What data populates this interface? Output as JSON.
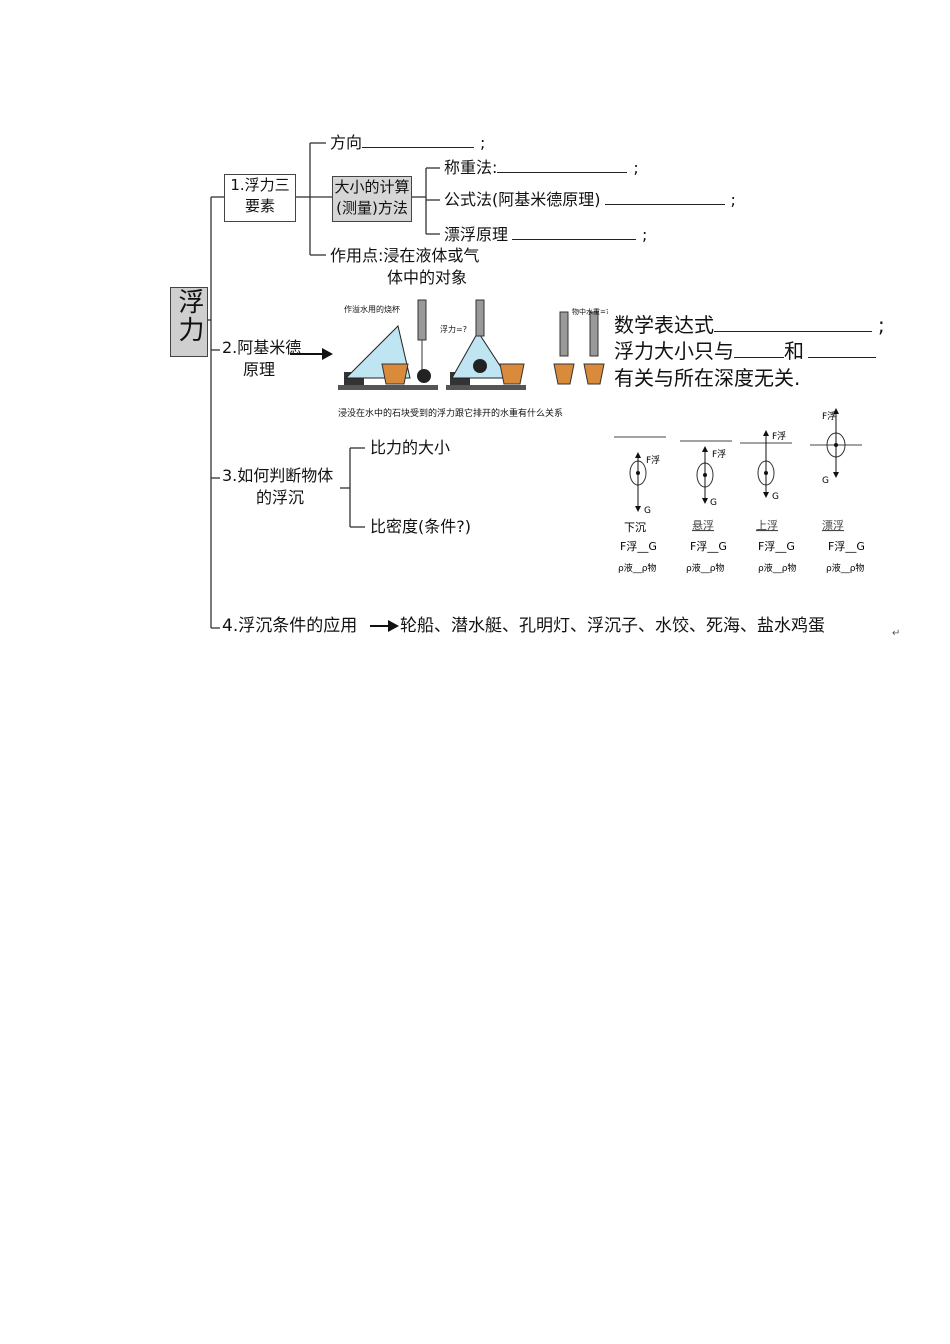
{
  "root": "浮力",
  "branch1": {
    "label_line1": "1.浮力三",
    "label_line2": "要素",
    "direction": "方向",
    "direction_end": ";",
    "size_box_line1": "大小的计算",
    "size_box_line2": "(测量)方法",
    "methods": [
      {
        "label": "称重法:",
        "end": ";"
      },
      {
        "label": "公式法(阿基米德原理)",
        "end": ";"
      },
      {
        "label": "漂浮原理",
        "end": ";"
      }
    ],
    "point_line1": "作用点:浸在液体或气",
    "point_line2": "体中的对象"
  },
  "branch2": {
    "label_line1": "2.阿基米德",
    "label_line2": "原理",
    "image_labels": [
      "作溢水用的烧杯",
      "浮力=?",
      "物中水重=?"
    ],
    "image_caption": "浸没在水中的石块受到的浮力跟它排开的水重有什么关系",
    "expr_label": "数学表达式",
    "expr_end": ";",
    "depends_prefix": "浮力大小只与",
    "depends_and": "和",
    "depends_suffix": "有关与所在深度无关."
  },
  "branch3": {
    "label_line1": "3.如何判断物体",
    "label_line2": "的浮沉",
    "compare_force": "比力的大小",
    "compare_density": "比密度(条件?)",
    "states": [
      {
        "name": "下沉",
        "f": "F浮",
        "g": "G",
        "force_rel": "F浮__G",
        "density_rel": "ρ液__ρ物"
      },
      {
        "name": "悬浮",
        "f": "F浮",
        "g": "G",
        "force_rel": "F浮__G",
        "density_rel": "ρ液__ρ物"
      },
      {
        "name": "上浮",
        "f": "F浮",
        "g": "G",
        "force_rel": "F浮__G",
        "density_rel": "ρ液__ρ物"
      },
      {
        "name": "漂浮",
        "f": "F浮",
        "g": "G",
        "force_rel": "F浮__G",
        "density_rel": "ρ液__ρ物"
      }
    ]
  },
  "branch4": {
    "label": "4.浮沉条件的应用",
    "applications": "轮船、潜水艇、孔明灯、浮沉子、水饺、死海、盐水鸡蛋",
    "end_mark": "↵"
  }
}
